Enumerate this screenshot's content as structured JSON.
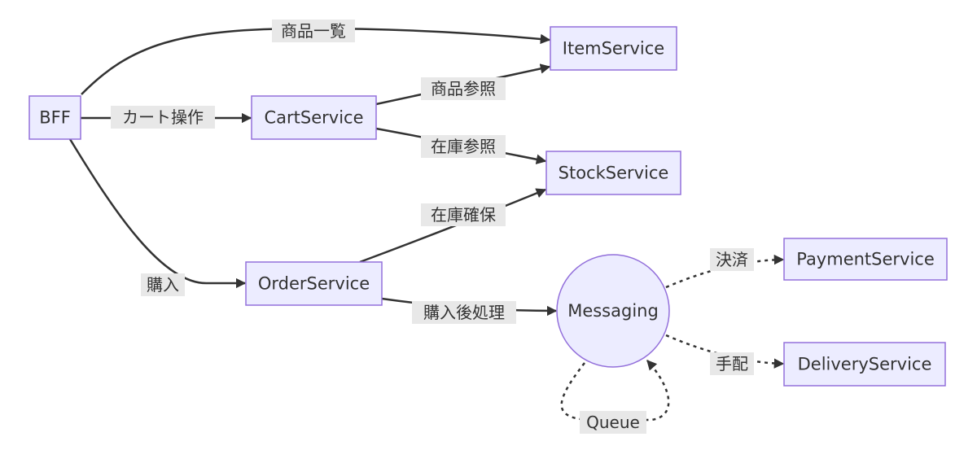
{
  "nodes": {
    "bff": "BFF",
    "cart_service": "CartService",
    "item_service": "ItemService",
    "stock_service": "StockService",
    "order_service": "OrderService",
    "messaging": "Messaging",
    "payment_service": "PaymentService",
    "delivery_service": "DeliveryService"
  },
  "edges": {
    "bff_to_item": "商品一覧",
    "bff_to_cart": "カート操作",
    "bff_to_order": "購入",
    "cart_to_item": "商品参照",
    "cart_to_stock": "在庫参照",
    "order_to_stock": "在庫確保",
    "order_to_messaging": "購入後処理",
    "messaging_to_payment": "決済",
    "messaging_to_delivery": "手配",
    "messaging_loop": "Queue"
  },
  "colors": {
    "node_fill": "#ececff",
    "node_stroke": "#9370db",
    "edge": "#333333",
    "label_background": "#e8e8e8",
    "text": "#333333"
  }
}
